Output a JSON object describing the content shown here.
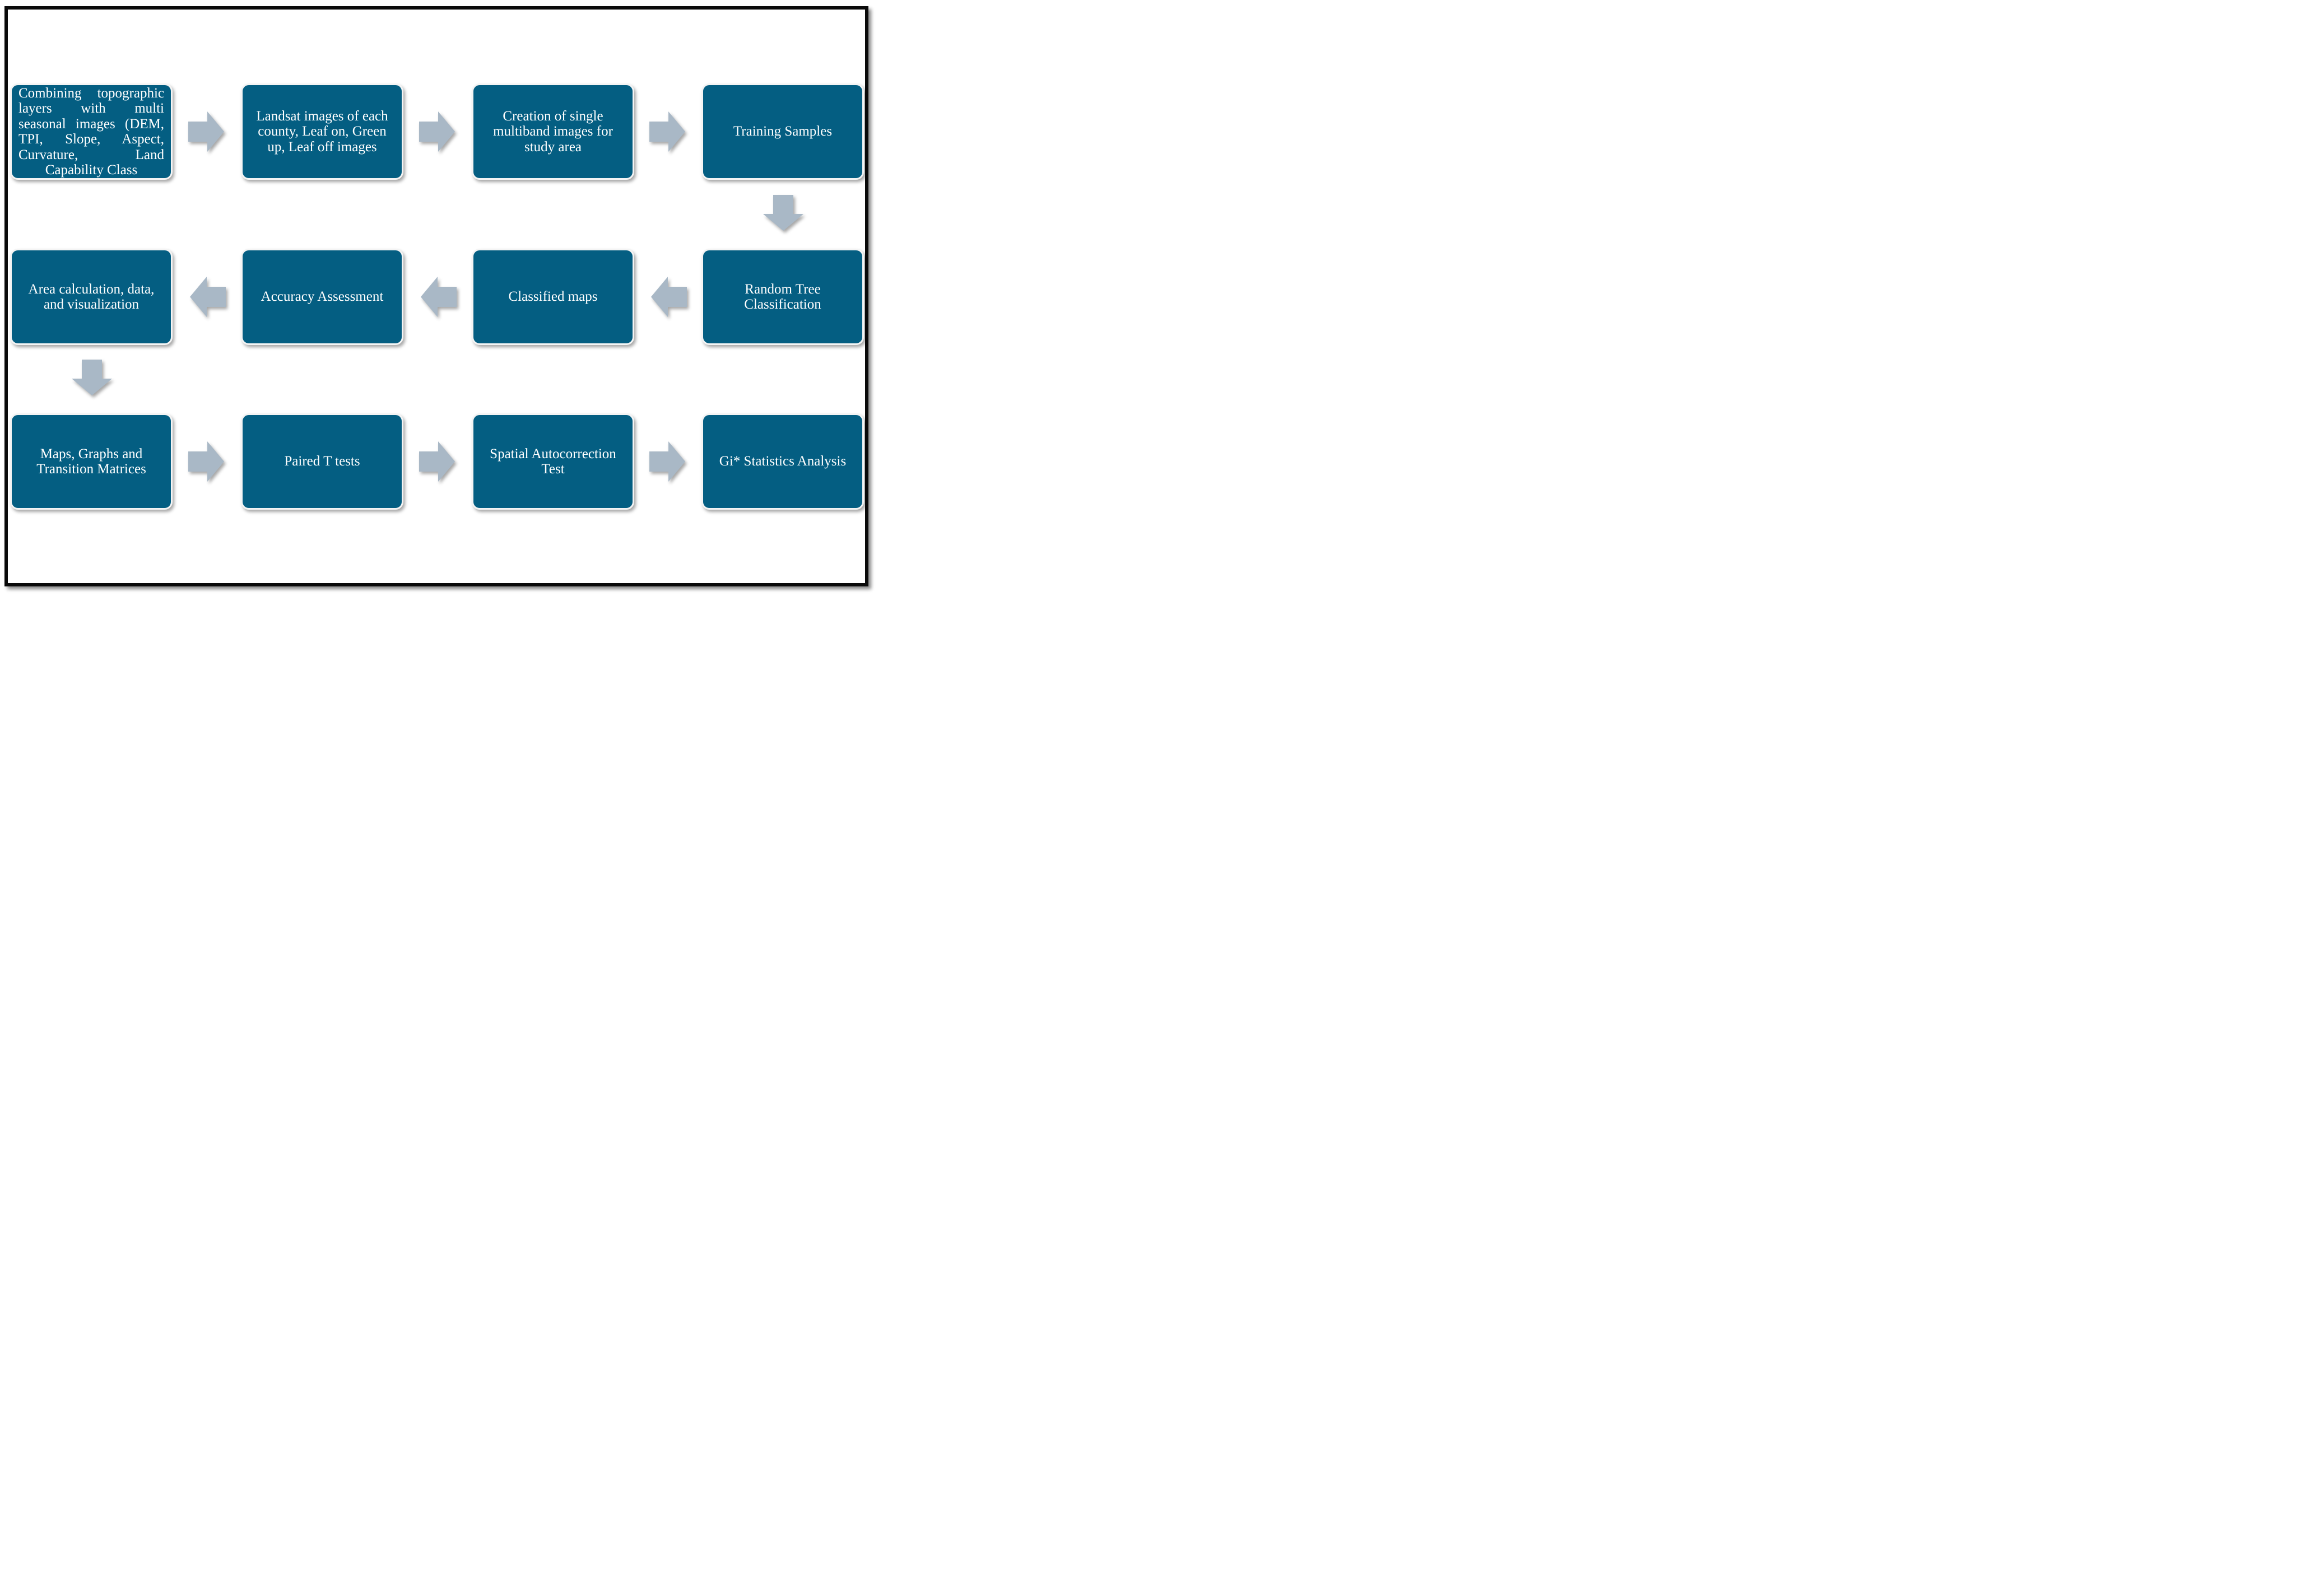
{
  "diagram": {
    "accent_color": "#045e82",
    "arrow_color": "#a9b8c6",
    "nodes": [
      {
        "id": "n1",
        "label": "Combining topographic layers with multi seasonal images (DEM, TPI, Slope, Aspect, Curvature, Land Capability Class"
      },
      {
        "id": "n2",
        "label": "Landsat images of each county, Leaf on, Green up, Leaf off images"
      },
      {
        "id": "n3",
        "label": "Creation of single multiband images for study area"
      },
      {
        "id": "n4",
        "label": "Training Samples"
      },
      {
        "id": "n5",
        "label": "Random Tree Classification"
      },
      {
        "id": "n6",
        "label": "Classified maps"
      },
      {
        "id": "n7",
        "label": "Accuracy Assessment"
      },
      {
        "id": "n8",
        "label": "Area calculation, data, and visualization"
      },
      {
        "id": "n9",
        "label": "Maps, Graphs and Transition Matrices"
      },
      {
        "id": "n10",
        "label": "Paired T tests"
      },
      {
        "id": "n11",
        "label": "Spatial Autocorrection Test"
      },
      {
        "id": "n12",
        "label": "Gi* Statistics Analysis"
      }
    ],
    "edges": [
      {
        "from": "n1",
        "to": "n2",
        "direction": "right"
      },
      {
        "from": "n2",
        "to": "n3",
        "direction": "right"
      },
      {
        "from": "n3",
        "to": "n4",
        "direction": "right"
      },
      {
        "from": "n4",
        "to": "n5",
        "direction": "down"
      },
      {
        "from": "n5",
        "to": "n6",
        "direction": "left"
      },
      {
        "from": "n6",
        "to": "n7",
        "direction": "left"
      },
      {
        "from": "n7",
        "to": "n8",
        "direction": "left"
      },
      {
        "from": "n8",
        "to": "n9",
        "direction": "down"
      },
      {
        "from": "n9",
        "to": "n10",
        "direction": "right"
      },
      {
        "from": "n10",
        "to": "n11",
        "direction": "right"
      },
      {
        "from": "n11",
        "to": "n12",
        "direction": "right"
      }
    ]
  }
}
